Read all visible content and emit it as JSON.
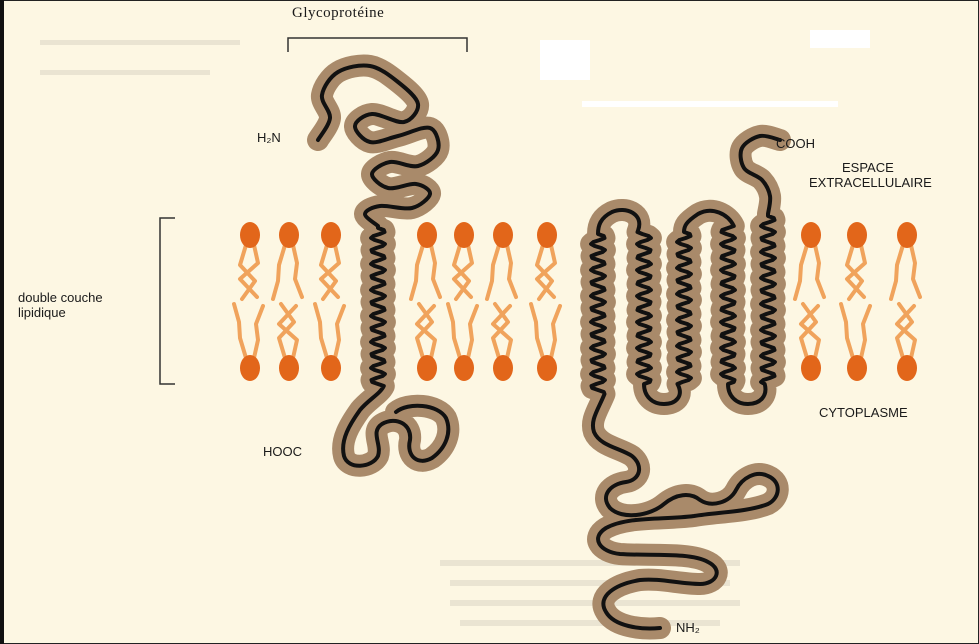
{
  "labels": {
    "glycoproteine": "Glycoprotéine",
    "h2n": "H₂N",
    "hooc": "HOOC",
    "cooh": "COOH",
    "nh2": "NH₂",
    "espace_line1": "ESPACE",
    "espace_line2": "EXTRACELLULAIRE",
    "double_line1": "double couche",
    "double_line2": "lipidique",
    "cytoplasme": "CYTOPLASME"
  },
  "colors": {
    "background": "#fdf7e3",
    "lipid_head": "#e2661a",
    "lipid_tail": "#f0a35c",
    "protein_halo": "#a98a6a",
    "protein_core": "#111111",
    "text": "#1a1a1a"
  }
}
